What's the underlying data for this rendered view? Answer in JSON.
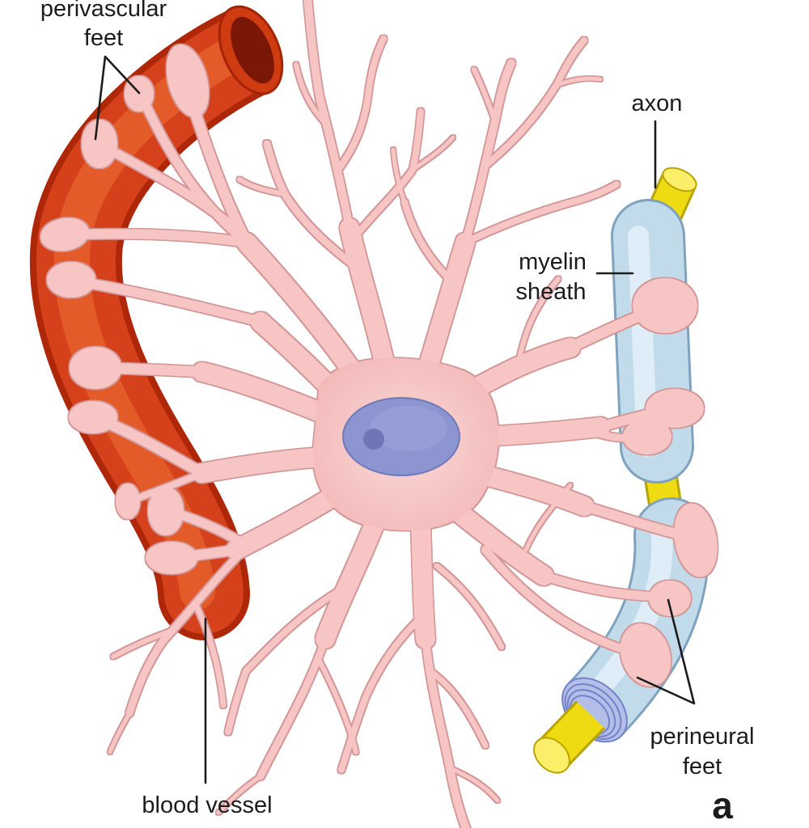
{
  "labels": {
    "perivascular_feet": [
      "perivascular",
      "feet"
    ],
    "axon": "axon",
    "myelin_sheath": [
      "myelin",
      "sheath"
    ],
    "perineural_feet": [
      "perineural",
      "feet"
    ],
    "blood_vessel": "blood vessel",
    "panel": "a"
  }
}
